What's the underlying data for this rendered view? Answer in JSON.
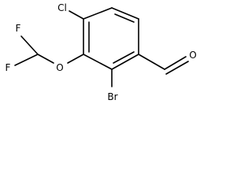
{
  "structure": {
    "labels": {
      "chlorine": "Cl",
      "bromine": "Br",
      "ether_oxygen": "O",
      "aldehyde_oxygen": "O",
      "fluorine_top": "F",
      "fluorine_bottom": "F"
    },
    "colors": {
      "bond": "#000000",
      "text": "#000000",
      "background": "#ffffff"
    }
  }
}
